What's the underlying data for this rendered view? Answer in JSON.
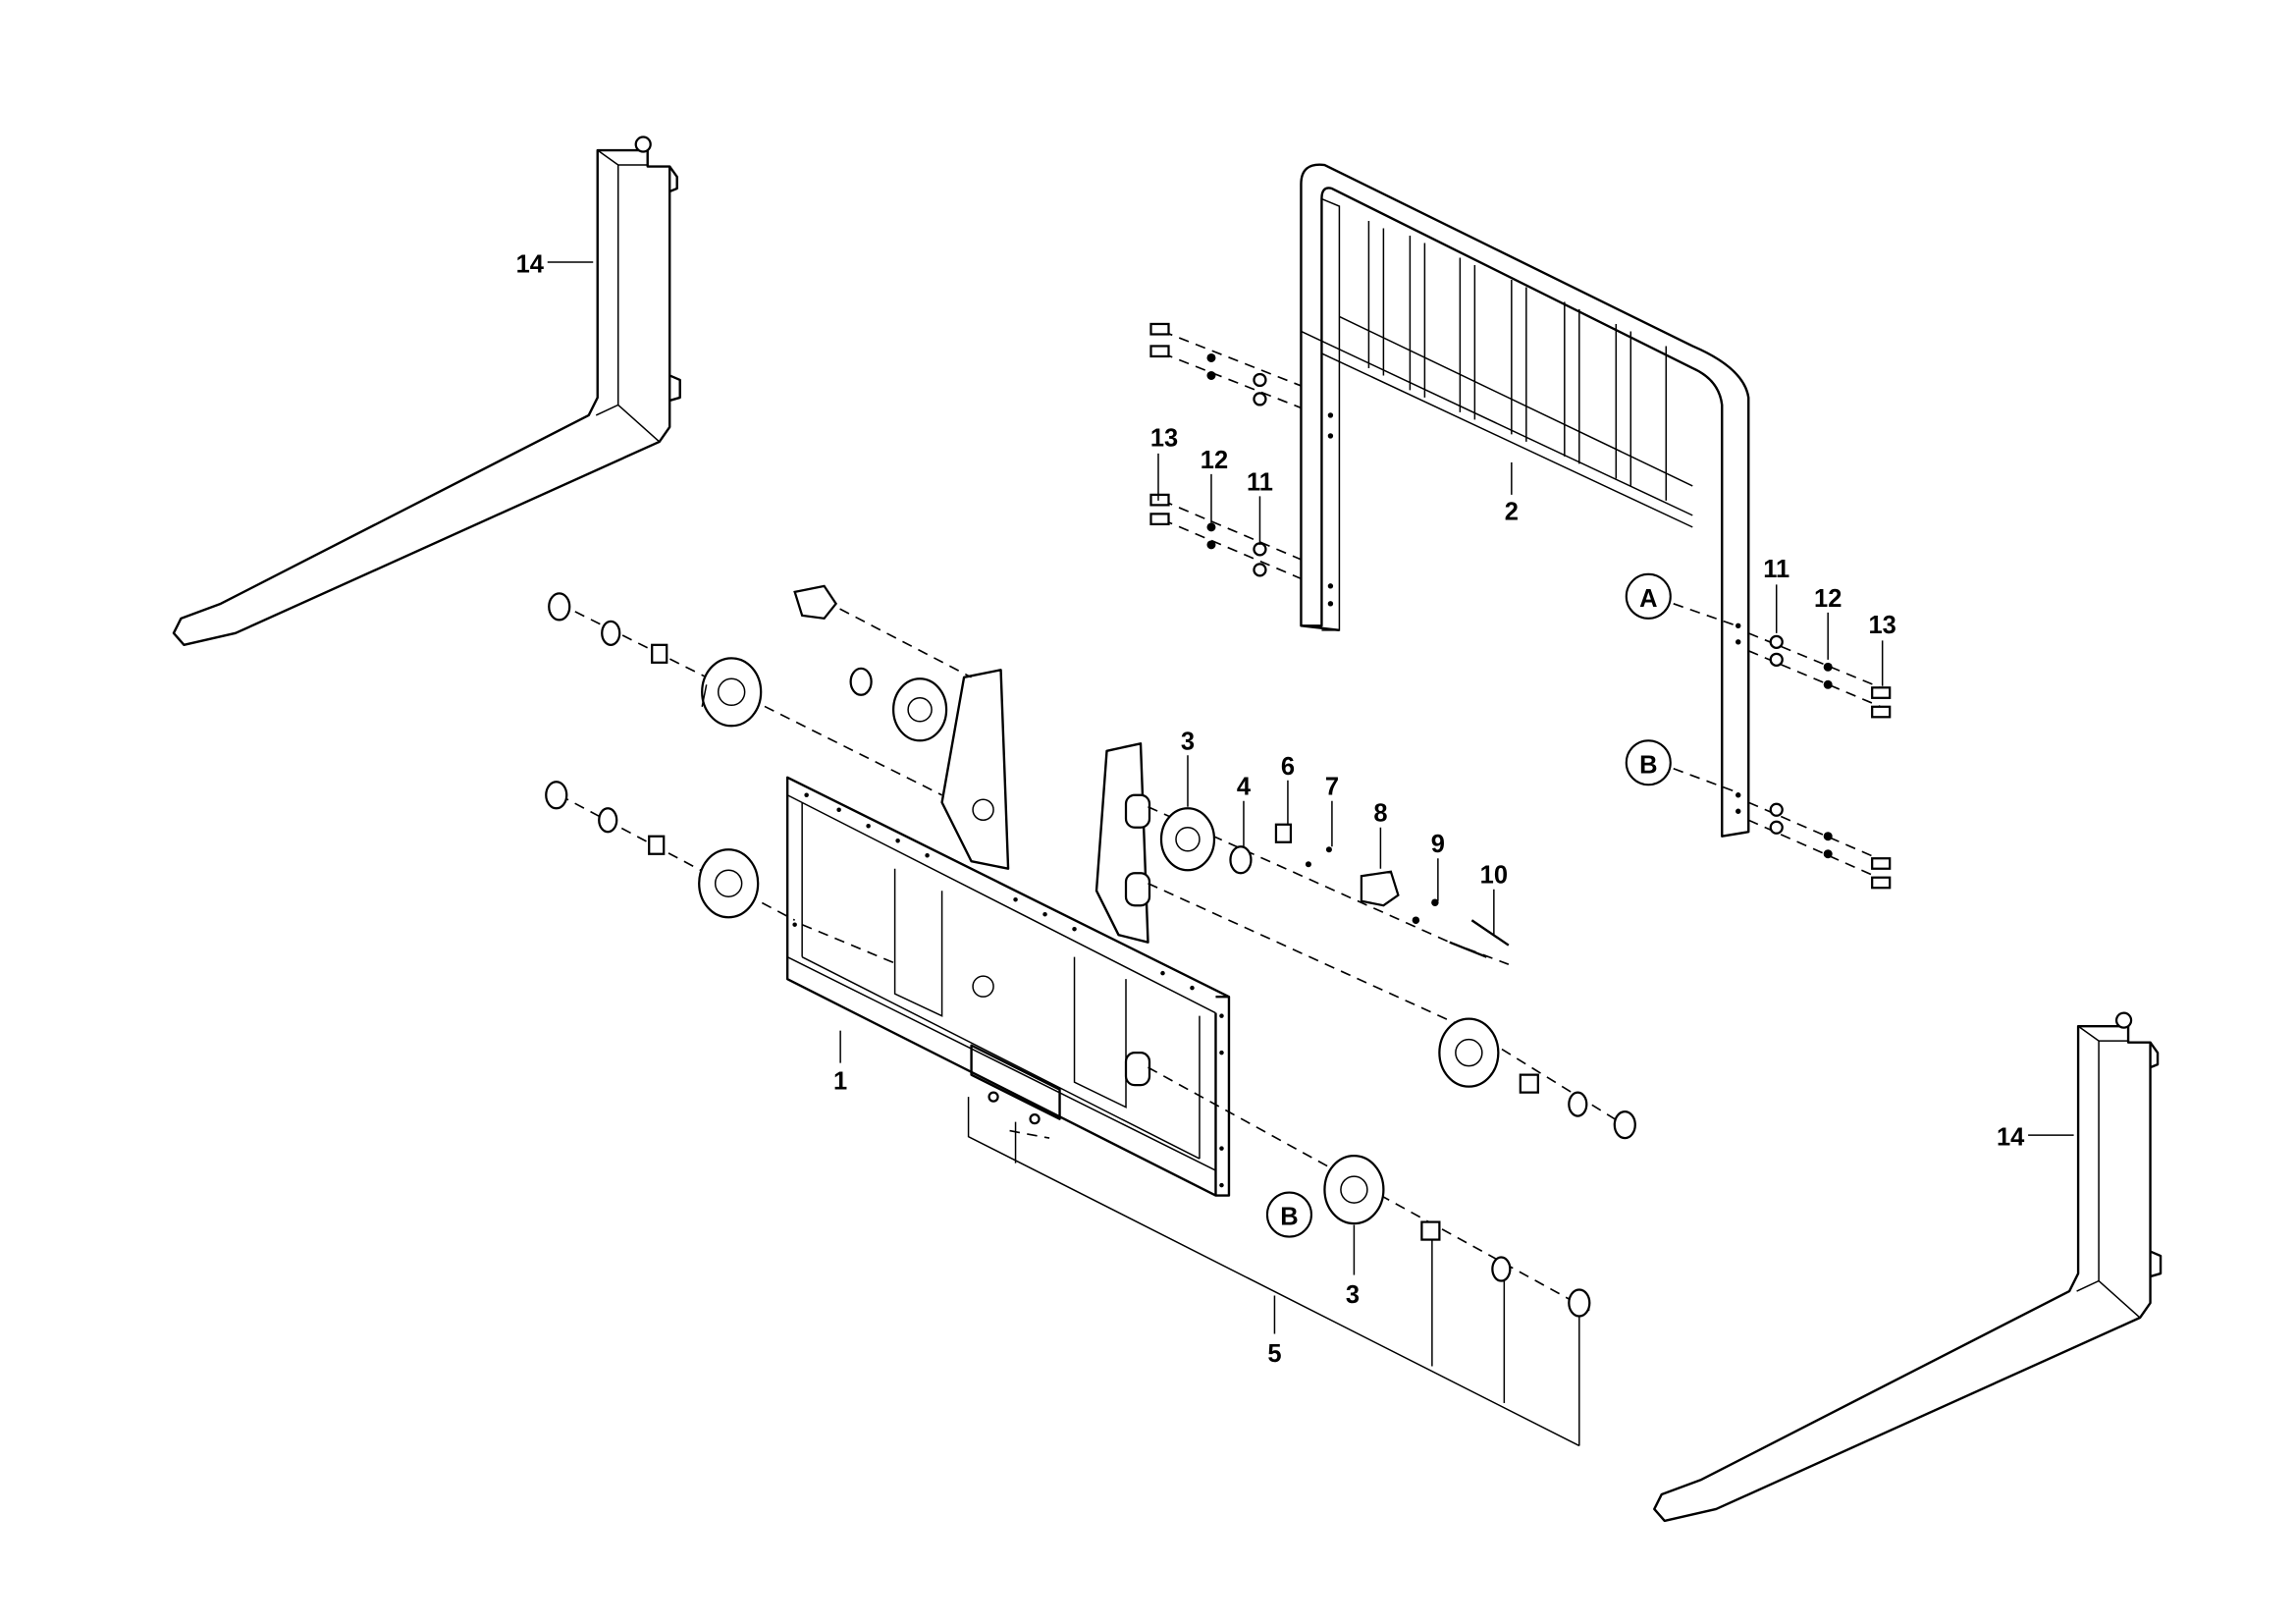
{
  "diagram": {
    "type": "exploded-parts-view",
    "callouts": {
      "fork_left": "14",
      "fork_right": "14",
      "load_guard": "2",
      "carriage": "1",
      "roller_upper": "3",
      "roller_lower": "3",
      "ring_4": "4",
      "part_5": "5",
      "part_6": "6",
      "part_7": "7",
      "part_8": "8",
      "part_9": "9",
      "part_10": "10",
      "washer_11_left": "11",
      "nut_12_left": "12",
      "bolt_13_left": "13",
      "washer_11_right": "11",
      "nut_12_right": "12",
      "bolt_13_right": "13"
    },
    "references": {
      "detail_a": "A",
      "detail_b_upper": "B",
      "detail_b_lower": "B"
    }
  }
}
